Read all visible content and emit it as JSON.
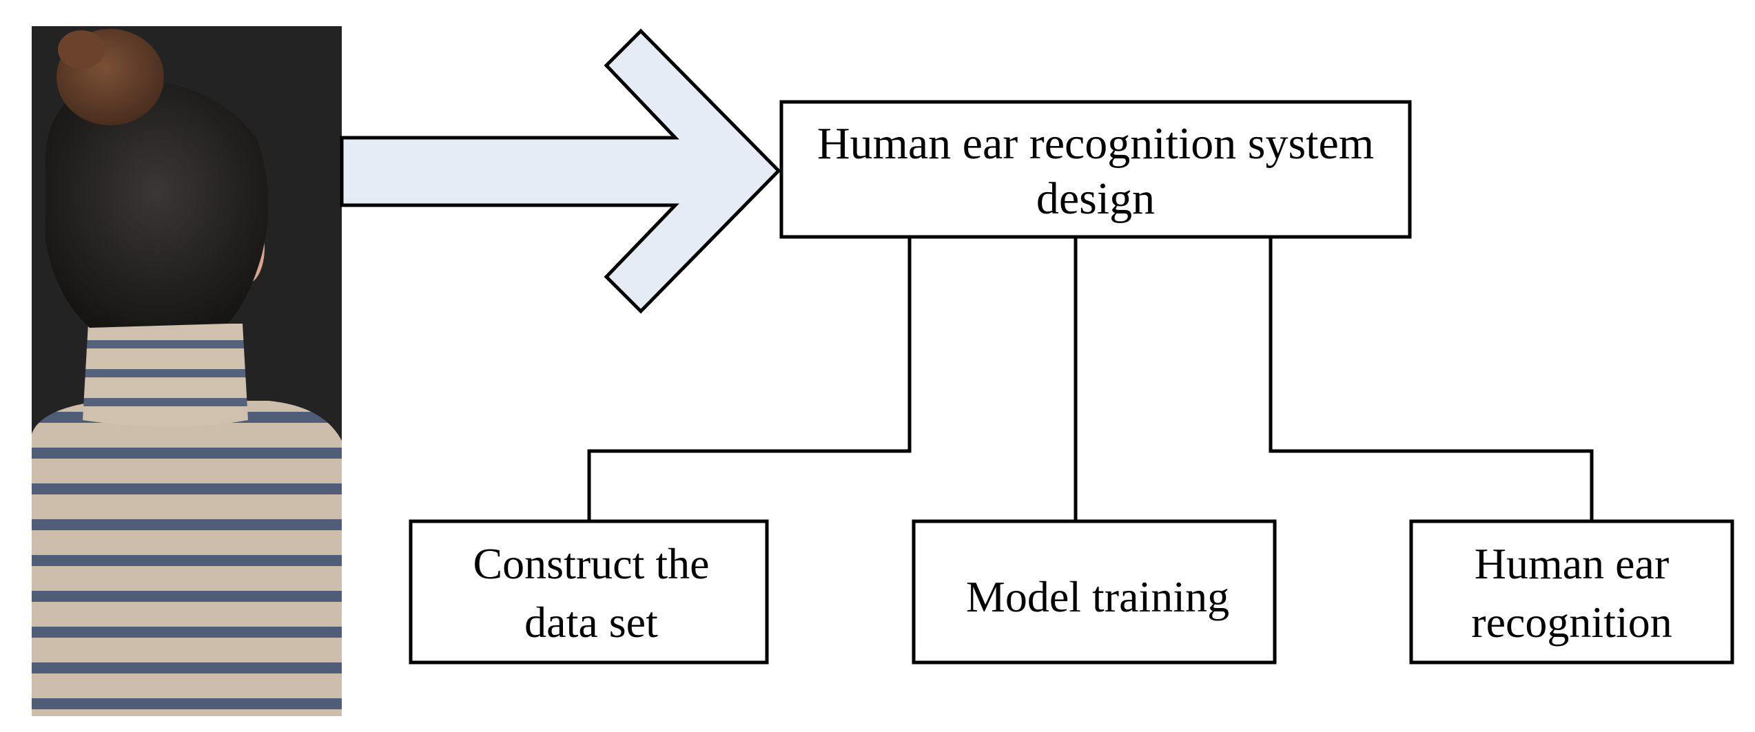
{
  "diagram": {
    "top_box": {
      "lines": [
        "Human ear recognition system",
        "design"
      ]
    },
    "children": [
      {
        "lines": [
          "Construct the",
          "data set"
        ]
      },
      {
        "lines": [
          "Model training"
        ]
      },
      {
        "lines": [
          "Human ear",
          "recognition"
        ]
      }
    ]
  },
  "colors": {
    "arrow_fill": "#e6ecf6",
    "stroke": "#000000",
    "background": "#ffffff",
    "photo_backdrop": "#232323",
    "hair": "#1d1c1b",
    "hair_bun": "#5e3b27",
    "skin": "#d6a58b",
    "sweater_base": "#cdbdab",
    "sweater_stripe": "#4f5d78"
  },
  "icons": {
    "photo": "person-from-behind-photo",
    "arrow": "right-arrow-icon"
  }
}
